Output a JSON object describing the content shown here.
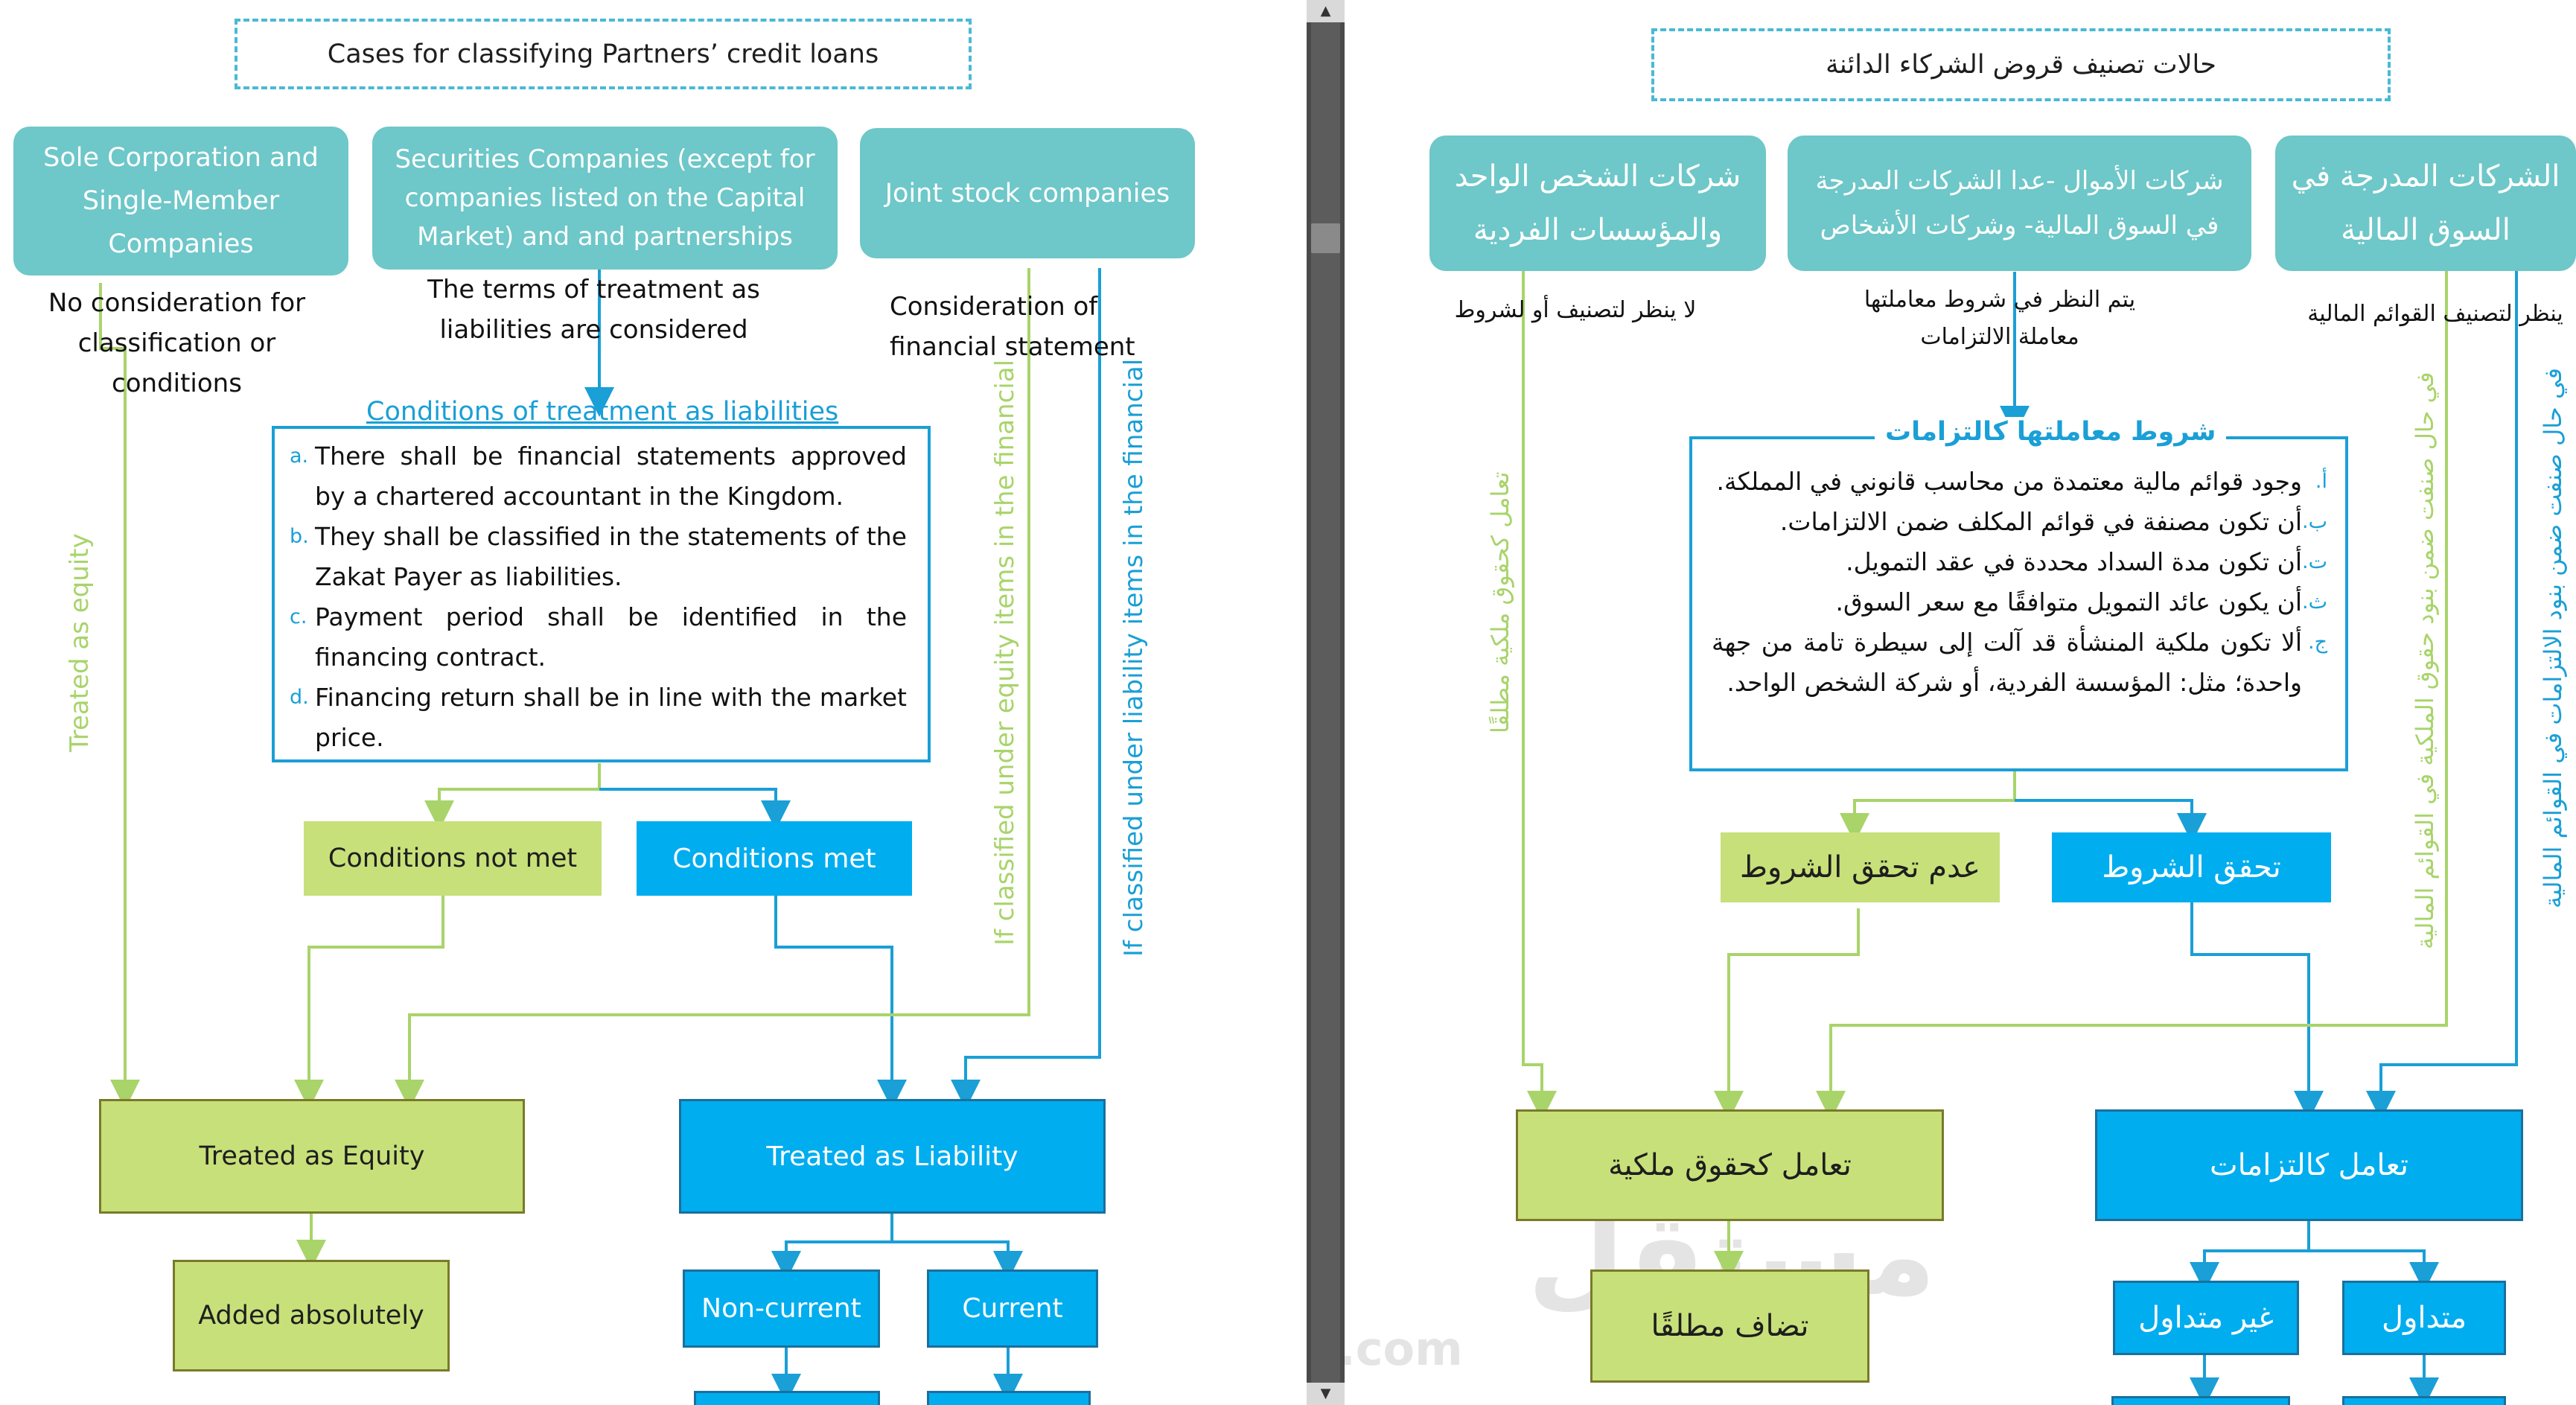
{
  "left": {
    "title": "Cases for classifying Partners’ credit loans",
    "headers": {
      "sole": "Sole Corporation and Single-Member Companies",
      "securities": "Securities Companies (except for companies listed on the Capital Market) and and partnerships",
      "joint": "Joint stock companies"
    },
    "notes": {
      "no_consideration": "No consideration for classification or conditions",
      "terms": "The terms of treatment as liabilities are considered",
      "consideration": "Consideration of financial statement"
    },
    "conditions_title": "Conditions of treatment as liabilities",
    "conditions": [
      {
        "letter": "a.",
        "text": "There shall be financial statements approved by a chartered accountant in the Kingdom."
      },
      {
        "letter": "b.",
        "text": "They shall be classified in the statements of the Zakat Payer as liabilities."
      },
      {
        "letter": "c.",
        "text": "Payment period shall be identified in the financing contract."
      },
      {
        "letter": "d.",
        "text": "Financing return shall be in line with the market price."
      }
    ],
    "not_met": "Conditions not met",
    "met": "Conditions met",
    "treated_equity": "Treated as Equity",
    "treated_liability": "Treated as Liability",
    "added_absolutely": "Added absolutely",
    "non_current": "Non-current",
    "current": "Current",
    "vertical": {
      "treated_as_equity": "Treated as equity",
      "if_equity": "If classified under equity items in the financial",
      "if_liability": "If classified under liability items in the financial"
    }
  },
  "right": {
    "title": "حالات تصنيف قروض الشركاء الدائنة",
    "headers": {
      "listed": "الشركات المدرجة في السوق المالية",
      "funds": "شركات الأموال -عدا الشركات المدرجة في السوق المالية- وشركات الأشخاص",
      "single": "شركات الشخص الواحد والمؤسسات الفردية"
    },
    "notes": {
      "listed": "ينظر لتصنيف القوائم المالية",
      "funds": "يتم النظر في شروط معاملتها معاملة الالتزامات",
      "single": "لا ينظر لتصنيف أو لشروط"
    },
    "conditions_title": "شروط معاملتها كالتزامات",
    "conditions": [
      {
        "letter": "أ.",
        "text": "وجود قوائم مالية معتمدة من محاسب قانوني في المملكة."
      },
      {
        "letter": "ب.",
        "text": "أن تكون مصنفة في قوائم المكلف ضمن الالتزامات."
      },
      {
        "letter": "ت.",
        "text": "أن تكون مدة السداد محددة في عقد التمويل."
      },
      {
        "letter": "ث.",
        "text": "أن يكون عائد التمويل متوافقًا مع سعر السوق."
      },
      {
        "letter": "ج.",
        "text": "ألا تكون ملكية المنشأة قد آلت إلى سيطرة تامة من جهة واحدة؛ مثل: المؤسسة الفردية، أو شركة الشخص الواحد."
      }
    ],
    "met": "تحقق الشروط",
    "not_met": "عدم تحقق الشروط",
    "treated_liability": "تعامل كالتزامات",
    "treated_equity": "تعامل كحقوق ملكية",
    "added_absolutely": "تضاف مطلقًا",
    "current": "متداول",
    "non_current": "غير متداول",
    "vertical": {
      "if_liability": "في حال صنفت ضمن بنود الالتزامات في القوائم المالية",
      "if_equity": "في حال صنفت ضمن بنود حقوق الملكية في القوائم المالية",
      "treated_equity": "تعامل كحقوق ملكية مطلقًا"
    }
  },
  "watermark": {
    "arabic": "مستقل",
    "latin": "mostaql.com"
  },
  "colors": {
    "teal": "#6ec7c8",
    "green": "#c8e07a",
    "blue": "#00adef",
    "accent": "#1a9fd6"
  }
}
